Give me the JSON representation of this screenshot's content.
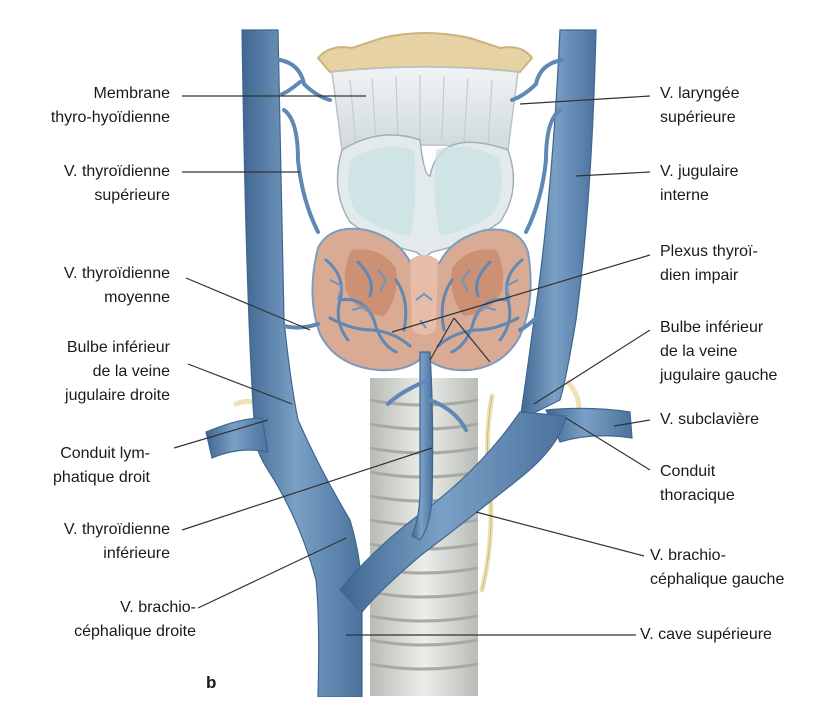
{
  "figure": {
    "panel_letter": "b",
    "colors": {
      "vein": "#5f88b4",
      "vein_dark": "#3f6690",
      "vein_light": "#86a8cc",
      "thyroid": "#d6a48c",
      "thyroid_lobe": "#c98b6e",
      "cartilage": "#e3e9ec",
      "hyoid": "#e6d2a2",
      "trachea": "#dadcd6",
      "lymph": "#efe2b3"
    },
    "labels_left": [
      {
        "lines": [
          "Membrane",
          "thyro-hyoïdienne"
        ]
      },
      {
        "lines": [
          "V. thyroïdienne",
          "supérieure"
        ]
      },
      {
        "lines": [
          "V. thyroïdienne",
          "moyenne"
        ]
      },
      {
        "lines": [
          "Bulbe inférieur",
          "de la veine",
          "jugulaire droite"
        ]
      },
      {
        "lines": [
          "Conduit lym-",
          "phatique droit"
        ]
      },
      {
        "lines": [
          "V. thyroïdienne",
          "inférieure"
        ]
      },
      {
        "lines": [
          "V. brachio-",
          "céphalique droite"
        ]
      }
    ],
    "labels_right": [
      {
        "lines": [
          "V. laryngée",
          "supérieure"
        ]
      },
      {
        "lines": [
          "V. jugulaire",
          "interne"
        ]
      },
      {
        "lines": [
          "Plexus thyroï-",
          "dien impair"
        ]
      },
      {
        "lines": [
          "Bulbe inférieur",
          "de la veine",
          "jugulaire gauche"
        ]
      },
      {
        "lines": [
          "V. subclavière"
        ]
      },
      {
        "lines": [
          "Conduit",
          "thoracique"
        ]
      },
      {
        "lines": [
          "V. brachio-",
          "céphalique gauche"
        ]
      },
      {
        "lines": [
          "V. cave supérieure"
        ]
      }
    ]
  }
}
